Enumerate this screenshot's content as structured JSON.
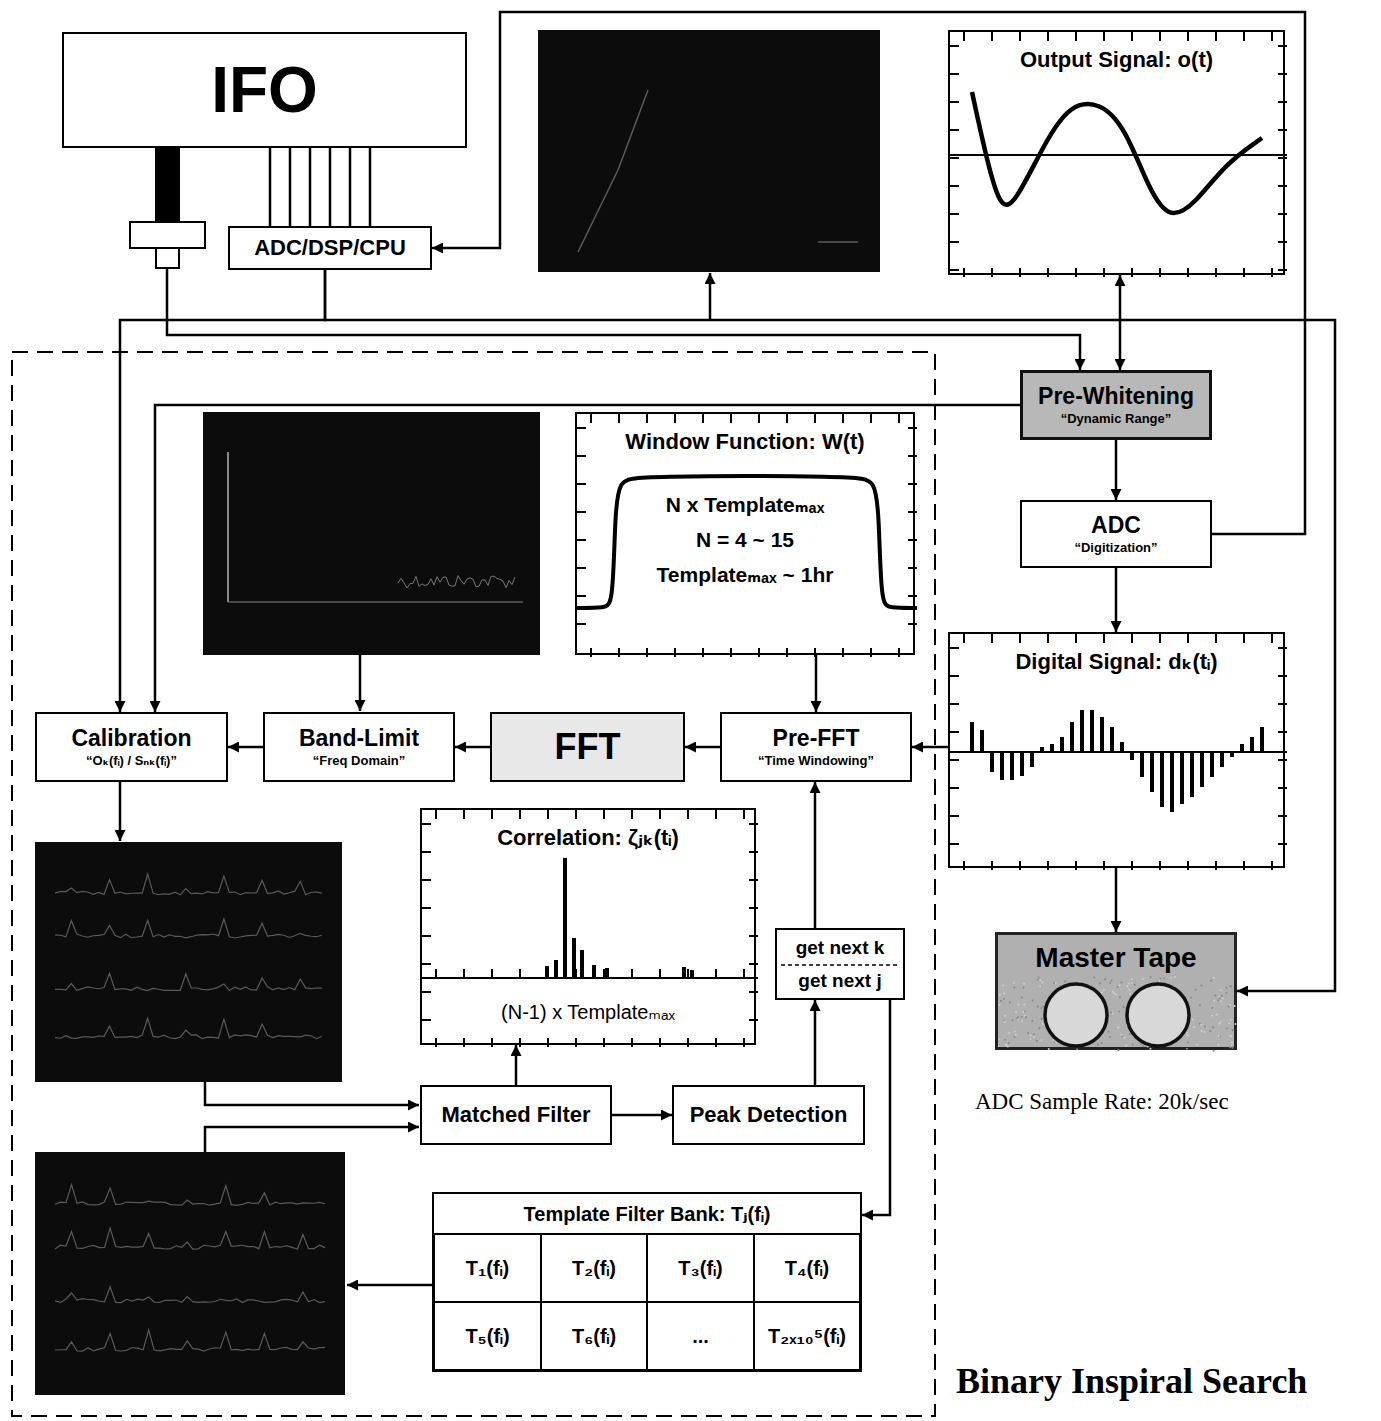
{
  "diagram": {
    "title": "Binary Inspiral Search",
    "nodes": [
      {
        "text": [
          "IFO"
        ]
      },
      {
        "text": [
          "ADC/DSP/CPU"
        ]
      },
      {
        "text": [
          "Output Signal: o(t)"
        ]
      },
      {
        "text": [
          "Pre-Whitening",
          "“Dynamic Range”"
        ]
      },
      {
        "text": [
          "ADC",
          "“Digitization”"
        ]
      },
      {
        "text": [
          "Digital Signal: dₖ(tᵢ)"
        ]
      },
      {
        "text": [
          "Master Tape"
        ]
      },
      {
        "text": [
          "Window Function: W(t)",
          "N x Templateₘₐₓ",
          "N = 4 ~ 15",
          "Templateₘₐₓ ~ 1hr"
        ]
      },
      {
        "text": [
          "Calibration",
          "“Oₖ(fᵢ) / Sₙₖ(fᵢ)”"
        ]
      },
      {
        "text": [
          "Band-Limit",
          "“Freq Domain”"
        ]
      },
      {
        "text": [
          "FFT"
        ]
      },
      {
        "text": [
          "Pre-FFT",
          "“Time Windowing”"
        ]
      },
      {
        "text": [
          "Correlation: ζⱼₖ(tᵢ)",
          "(N-1) x Templateₘₐₓ"
        ]
      },
      {
        "text": [
          "get next k",
          "get next j"
        ]
      },
      {
        "text": [
          "Matched Filter"
        ]
      },
      {
        "text": [
          "Peak Detection"
        ]
      },
      {
        "text": [
          "Template Filter Bank: Tⱼ(fᵢ)"
        ]
      },
      {
        "text": [
          "T₁(fᵢ)"
        ],
        "in": 16
      },
      {
        "text": [
          "T₂(fᵢ)"
        ],
        "in": 16
      },
      {
        "text": [
          "T₃(fᵢ)"
        ],
        "in": 16
      },
      {
        "text": [
          "T₄(fᵢ)"
        ],
        "in": 16
      },
      {
        "text": [
          "T₅(fᵢ)"
        ],
        "in": 16
      },
      {
        "text": [
          "T₆(fᵢ)"
        ],
        "in": 16
      },
      {
        "text": [
          "..."
        ],
        "in": 16
      },
      {
        "text": [
          "T₂ₓ₁₀⁵(fᵢ)"
        ],
        "in": 16
      }
    ],
    "edges": [
      {
        "from": 0,
        "to": 1,
        "arrow": "none"
      },
      {
        "from": 4,
        "to": 1,
        "arrow": "to"
      },
      {
        "from": 1,
        "to": 8,
        "arrow": "to"
      },
      {
        "from": 1,
        "to": 6,
        "arrow": "to"
      },
      {
        "from": 0,
        "to": 3,
        "arrow": "to"
      },
      {
        "from": 2,
        "to": 3,
        "arrow": "both"
      },
      {
        "from": 3,
        "to": 8,
        "arrow": "to"
      },
      {
        "from": 3,
        "to": 4,
        "arrow": "to"
      },
      {
        "from": 4,
        "to": 5,
        "arrow": "to"
      },
      {
        "from": 5,
        "to": 6,
        "arrow": "to"
      },
      {
        "from": 5,
        "to": 11,
        "arrow": "to"
      },
      {
        "from": 7,
        "to": 11,
        "arrow": "to"
      },
      {
        "from": 11,
        "to": 10,
        "arrow": "to"
      },
      {
        "from": 10,
        "to": 9,
        "arrow": "to"
      },
      {
        "from": 9,
        "to": 8,
        "arrow": "to"
      },
      {
        "from": 14,
        "to": 12,
        "arrow": "to"
      },
      {
        "from": 14,
        "to": 15,
        "arrow": "to"
      },
      {
        "from": 15,
        "to": 13,
        "arrow": "to"
      },
      {
        "from": 13,
        "to": 11,
        "arrow": "to"
      },
      {
        "from": 13,
        "to": 16,
        "arrow": "to"
      }
    ],
    "labels": [
      "ADC Sample Rate: 20k/sec"
    ]
  }
}
